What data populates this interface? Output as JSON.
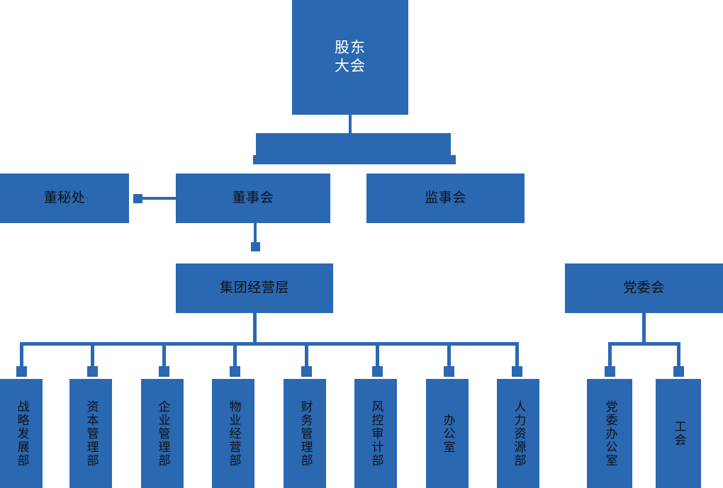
{
  "chart": {
    "type": "org-chart",
    "title": "",
    "colors": {
      "node_fill": "#2a68b2",
      "connector": "#2a68b2",
      "label_dark": "#111111",
      "label_light": "#ffffff",
      "background": "#ffffff"
    },
    "nodes": {
      "shareholders_meeting": {
        "label": "股东\n大会"
      },
      "board_secretary_office": {
        "label": "董秘处"
      },
      "board_of_directors": {
        "label": "董事会"
      },
      "board_of_supervisors": {
        "label": "监事会"
      },
      "group_management": {
        "label": "集团经营层"
      },
      "party_committee": {
        "label": "党委会"
      }
    },
    "departments": [
      {
        "label": "战略发展部"
      },
      {
        "label": "资本管理部"
      },
      {
        "label": "企业管理部"
      },
      {
        "label": "物业经营部"
      },
      {
        "label": "财务管理部"
      },
      {
        "label": "风控审计部"
      },
      {
        "label": "办公室"
      },
      {
        "label": "人力资源部"
      }
    ],
    "party_units": [
      {
        "label": "党委办公室"
      },
      {
        "label": "工会"
      }
    ]
  }
}
